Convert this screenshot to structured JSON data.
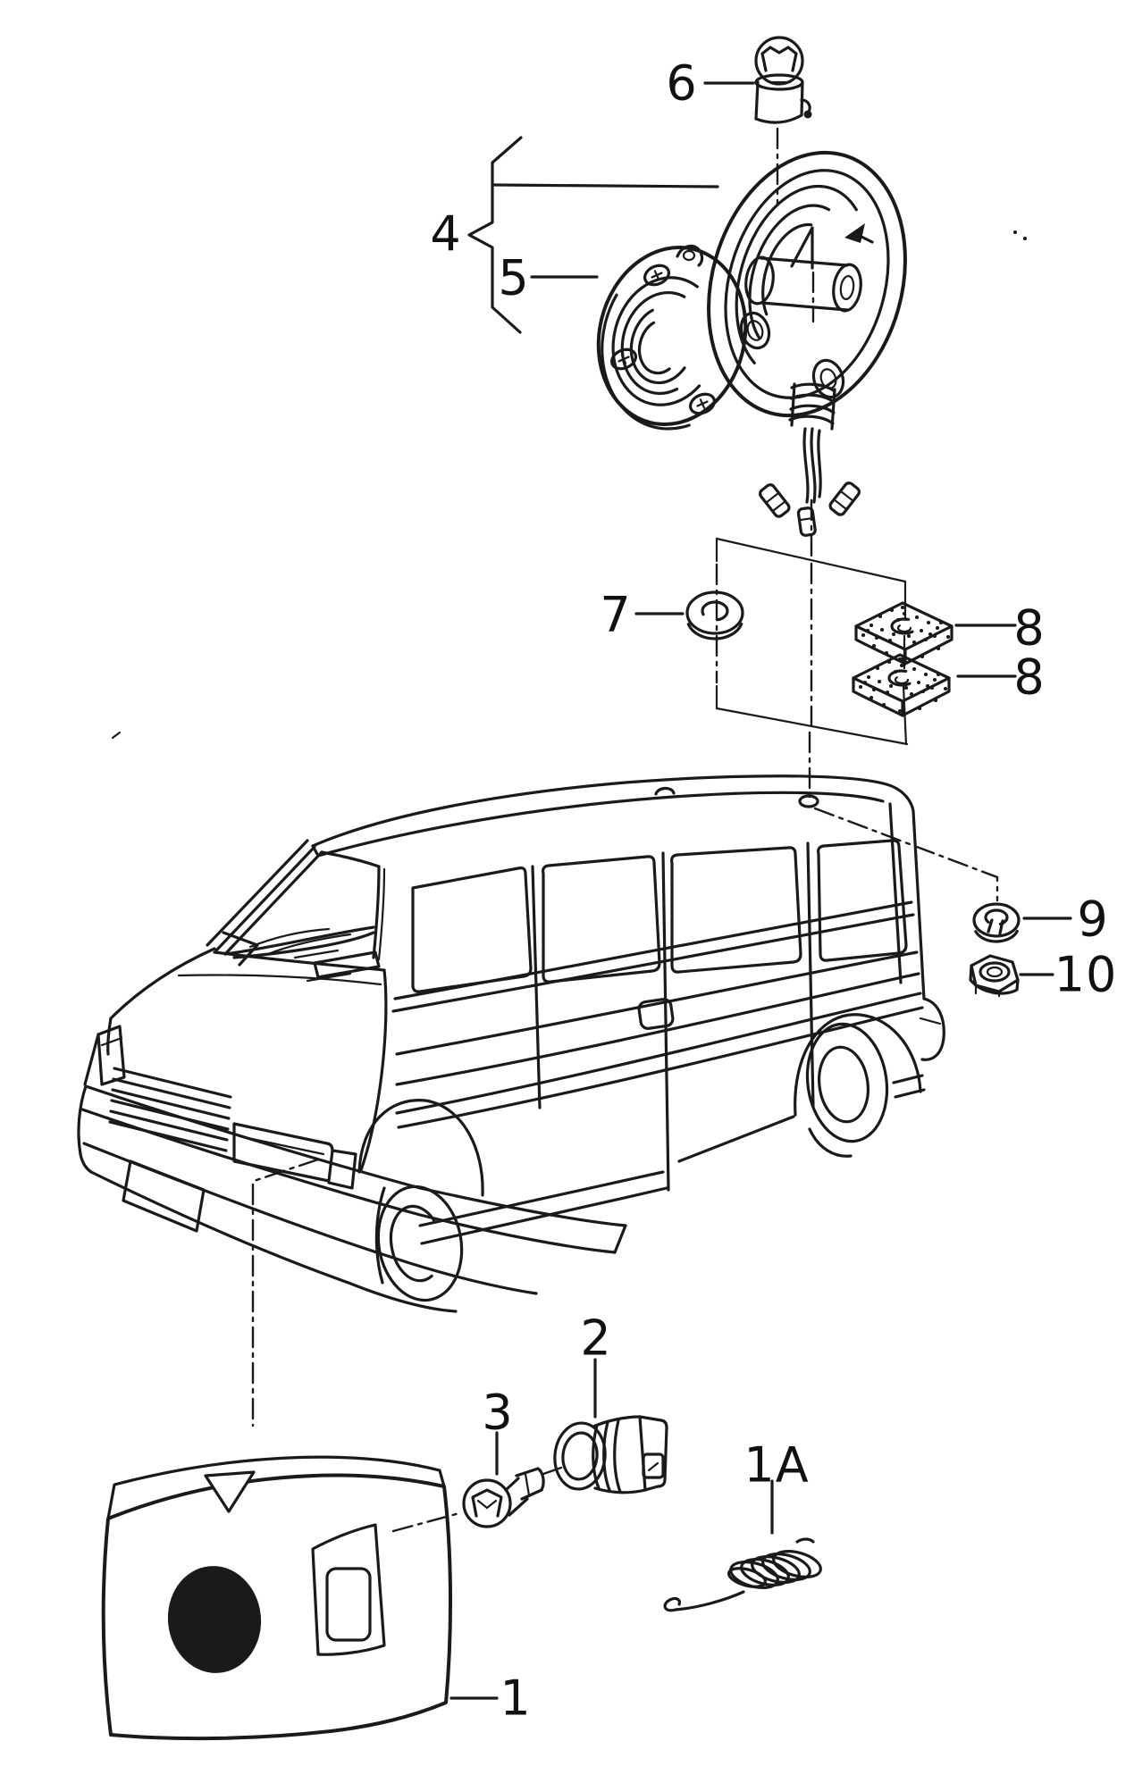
{
  "page": {
    "background_color": "#ffffff",
    "ink_color": "#1a1a1a",
    "figure_type": "exploded-parts-diagram"
  },
  "callouts": {
    "lens": "1",
    "spring": "1A",
    "bulb_holder": "2",
    "small_bulb": "3",
    "lamp_assembly": "4",
    "cover_plate": "5",
    "top_bulb": "6",
    "washer": "7",
    "pad_upper": "8",
    "pad_lower": "8",
    "lock_washer": "9",
    "hex_nut": "10"
  }
}
